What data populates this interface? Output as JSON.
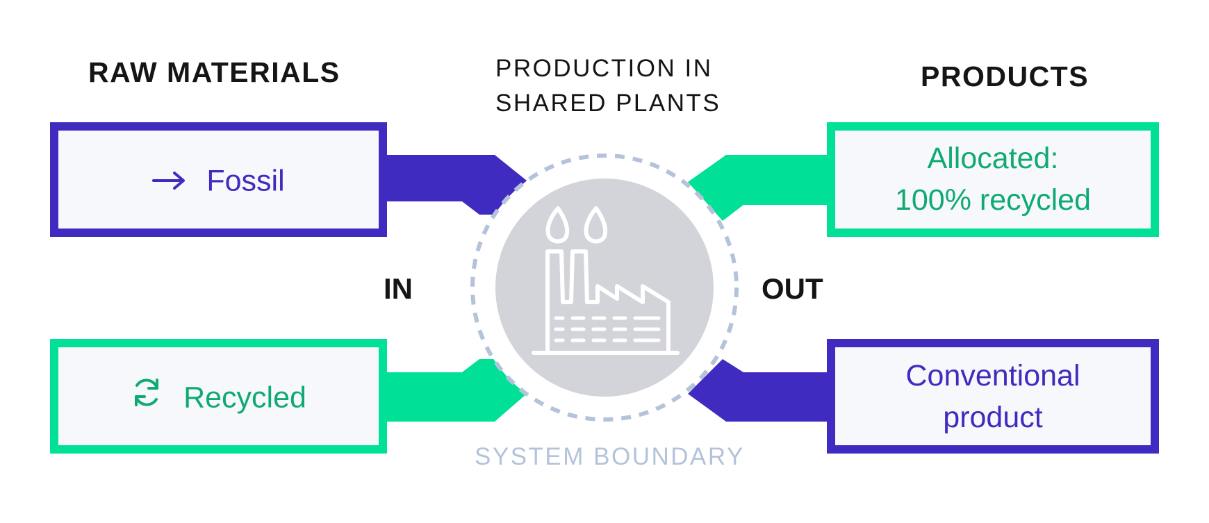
{
  "headings": {
    "raw_materials": "RAW MATERIALS",
    "production": [
      "PRODUCTION IN",
      "SHARED PLANTS"
    ],
    "products": "PRODUCTS"
  },
  "flow_labels": {
    "in": "IN",
    "out": "OUT"
  },
  "boundary_label": "SYSTEM BOUNDARY",
  "inputs": [
    {
      "label": "Fossil",
      "icon": "arrow-right-icon",
      "color": "#3f2bbf"
    },
    {
      "label": "Recycled",
      "icon": "recycle-icon",
      "color": "#00e096"
    }
  ],
  "outputs": [
    {
      "lines": [
        "Allocated:",
        "100% recycled"
      ],
      "color": "#00e096"
    },
    {
      "lines": [
        "Conventional",
        "product"
      ],
      "color": "#3f2bbf"
    }
  ],
  "center": {
    "icon": "factory-icon"
  },
  "colors": {
    "purple": "#3f2bbf",
    "green": "#00e096",
    "green_text": "#0faa72",
    "box_fill": "#f6f8fb",
    "circle_fill": "#d3d4d9",
    "boundary": "#b4c3da"
  }
}
